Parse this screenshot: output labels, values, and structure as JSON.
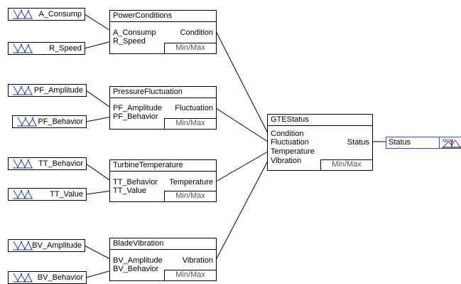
{
  "terminals": [
    {
      "id": "a_consump",
      "label": "A_Consump"
    },
    {
      "id": "r_speed",
      "label": "R_Speed"
    },
    {
      "id": "pf_amplitude",
      "label": "PF_Amplitude"
    },
    {
      "id": "pf_behavior",
      "label": "PF_Behavior"
    },
    {
      "id": "tt_behavior",
      "label": "TT_Behavior"
    },
    {
      "id": "tt_value",
      "label": "TT_Value"
    },
    {
      "id": "bv_amplitude",
      "label": "BV_Amplitude"
    },
    {
      "id": "bv_behavior",
      "label": "BV_Behavior"
    }
  ],
  "blocks": {
    "power": {
      "title": "PowerConditions",
      "inputs": [
        "A_Consump",
        "R_Speed"
      ],
      "output": "Condition",
      "minmax": "Min/Max"
    },
    "pressure": {
      "title": "PressureFluctuation",
      "inputs": [
        "PF_Amplitude",
        "PF_Behavior"
      ],
      "output": "Fluctuation",
      "minmax": "Min/Max"
    },
    "turbine": {
      "title": "TurbineTemperature",
      "inputs": [
        "TT_Behavior",
        "TT_Value"
      ],
      "output": "Temperature",
      "minmax": "Min/Max"
    },
    "blade": {
      "title": "BladeVibration",
      "inputs": [
        "BV_Amplitude",
        "BV_Behavior"
      ],
      "output": "Vibration",
      "minmax": "Min/Max"
    },
    "gte": {
      "title": "GTEStatus",
      "inputs": [
        "Condition",
        "Fluctuation",
        "Temperature",
        "Vibration"
      ],
      "output": "Status",
      "minmax": "Min/Max"
    }
  },
  "output_terminal": {
    "label": "Status",
    "icon_text": "MoM"
  },
  "colors": {
    "line": "#000000",
    "output_border": "#3050b8",
    "icon": "#b03030"
  }
}
